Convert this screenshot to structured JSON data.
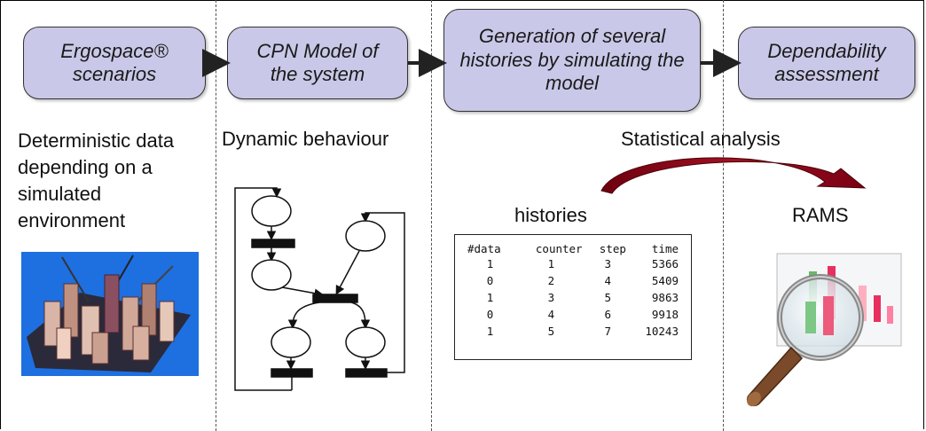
{
  "stages": [
    {
      "label": "Ergospace® scenarios"
    },
    {
      "label": "CPN Model of the system"
    },
    {
      "label": "Generation of several histories by simulating the model"
    },
    {
      "label": "Dependability assessment"
    }
  ],
  "descriptions": {
    "deterministic": "Deterministic data depending on a simulated environment",
    "dynamic": "Dynamic behaviour",
    "statistical": "Statistical analysis",
    "histories": "histories",
    "rams": "RAMS"
  },
  "history_table": {
    "headers": [
      "#data",
      "counter",
      "step",
      "time"
    ],
    "rows": [
      [
        "1",
        "1",
        "3",
        "5366"
      ],
      [
        "0",
        "2",
        "4",
        "5409"
      ],
      [
        "1",
        "3",
        "5",
        "9863"
      ],
      [
        "0",
        "4",
        "6",
        "9918"
      ],
      [
        "1",
        "5",
        "7",
        "10243"
      ]
    ]
  },
  "colors": {
    "stage_fill": "#c9c8e8",
    "arrow_curve": "#8b0a1a",
    "ergospace_bg": "#1e6fe0"
  },
  "icons": [
    "ergospace-city-image",
    "magnifier-chart-icon"
  ]
}
